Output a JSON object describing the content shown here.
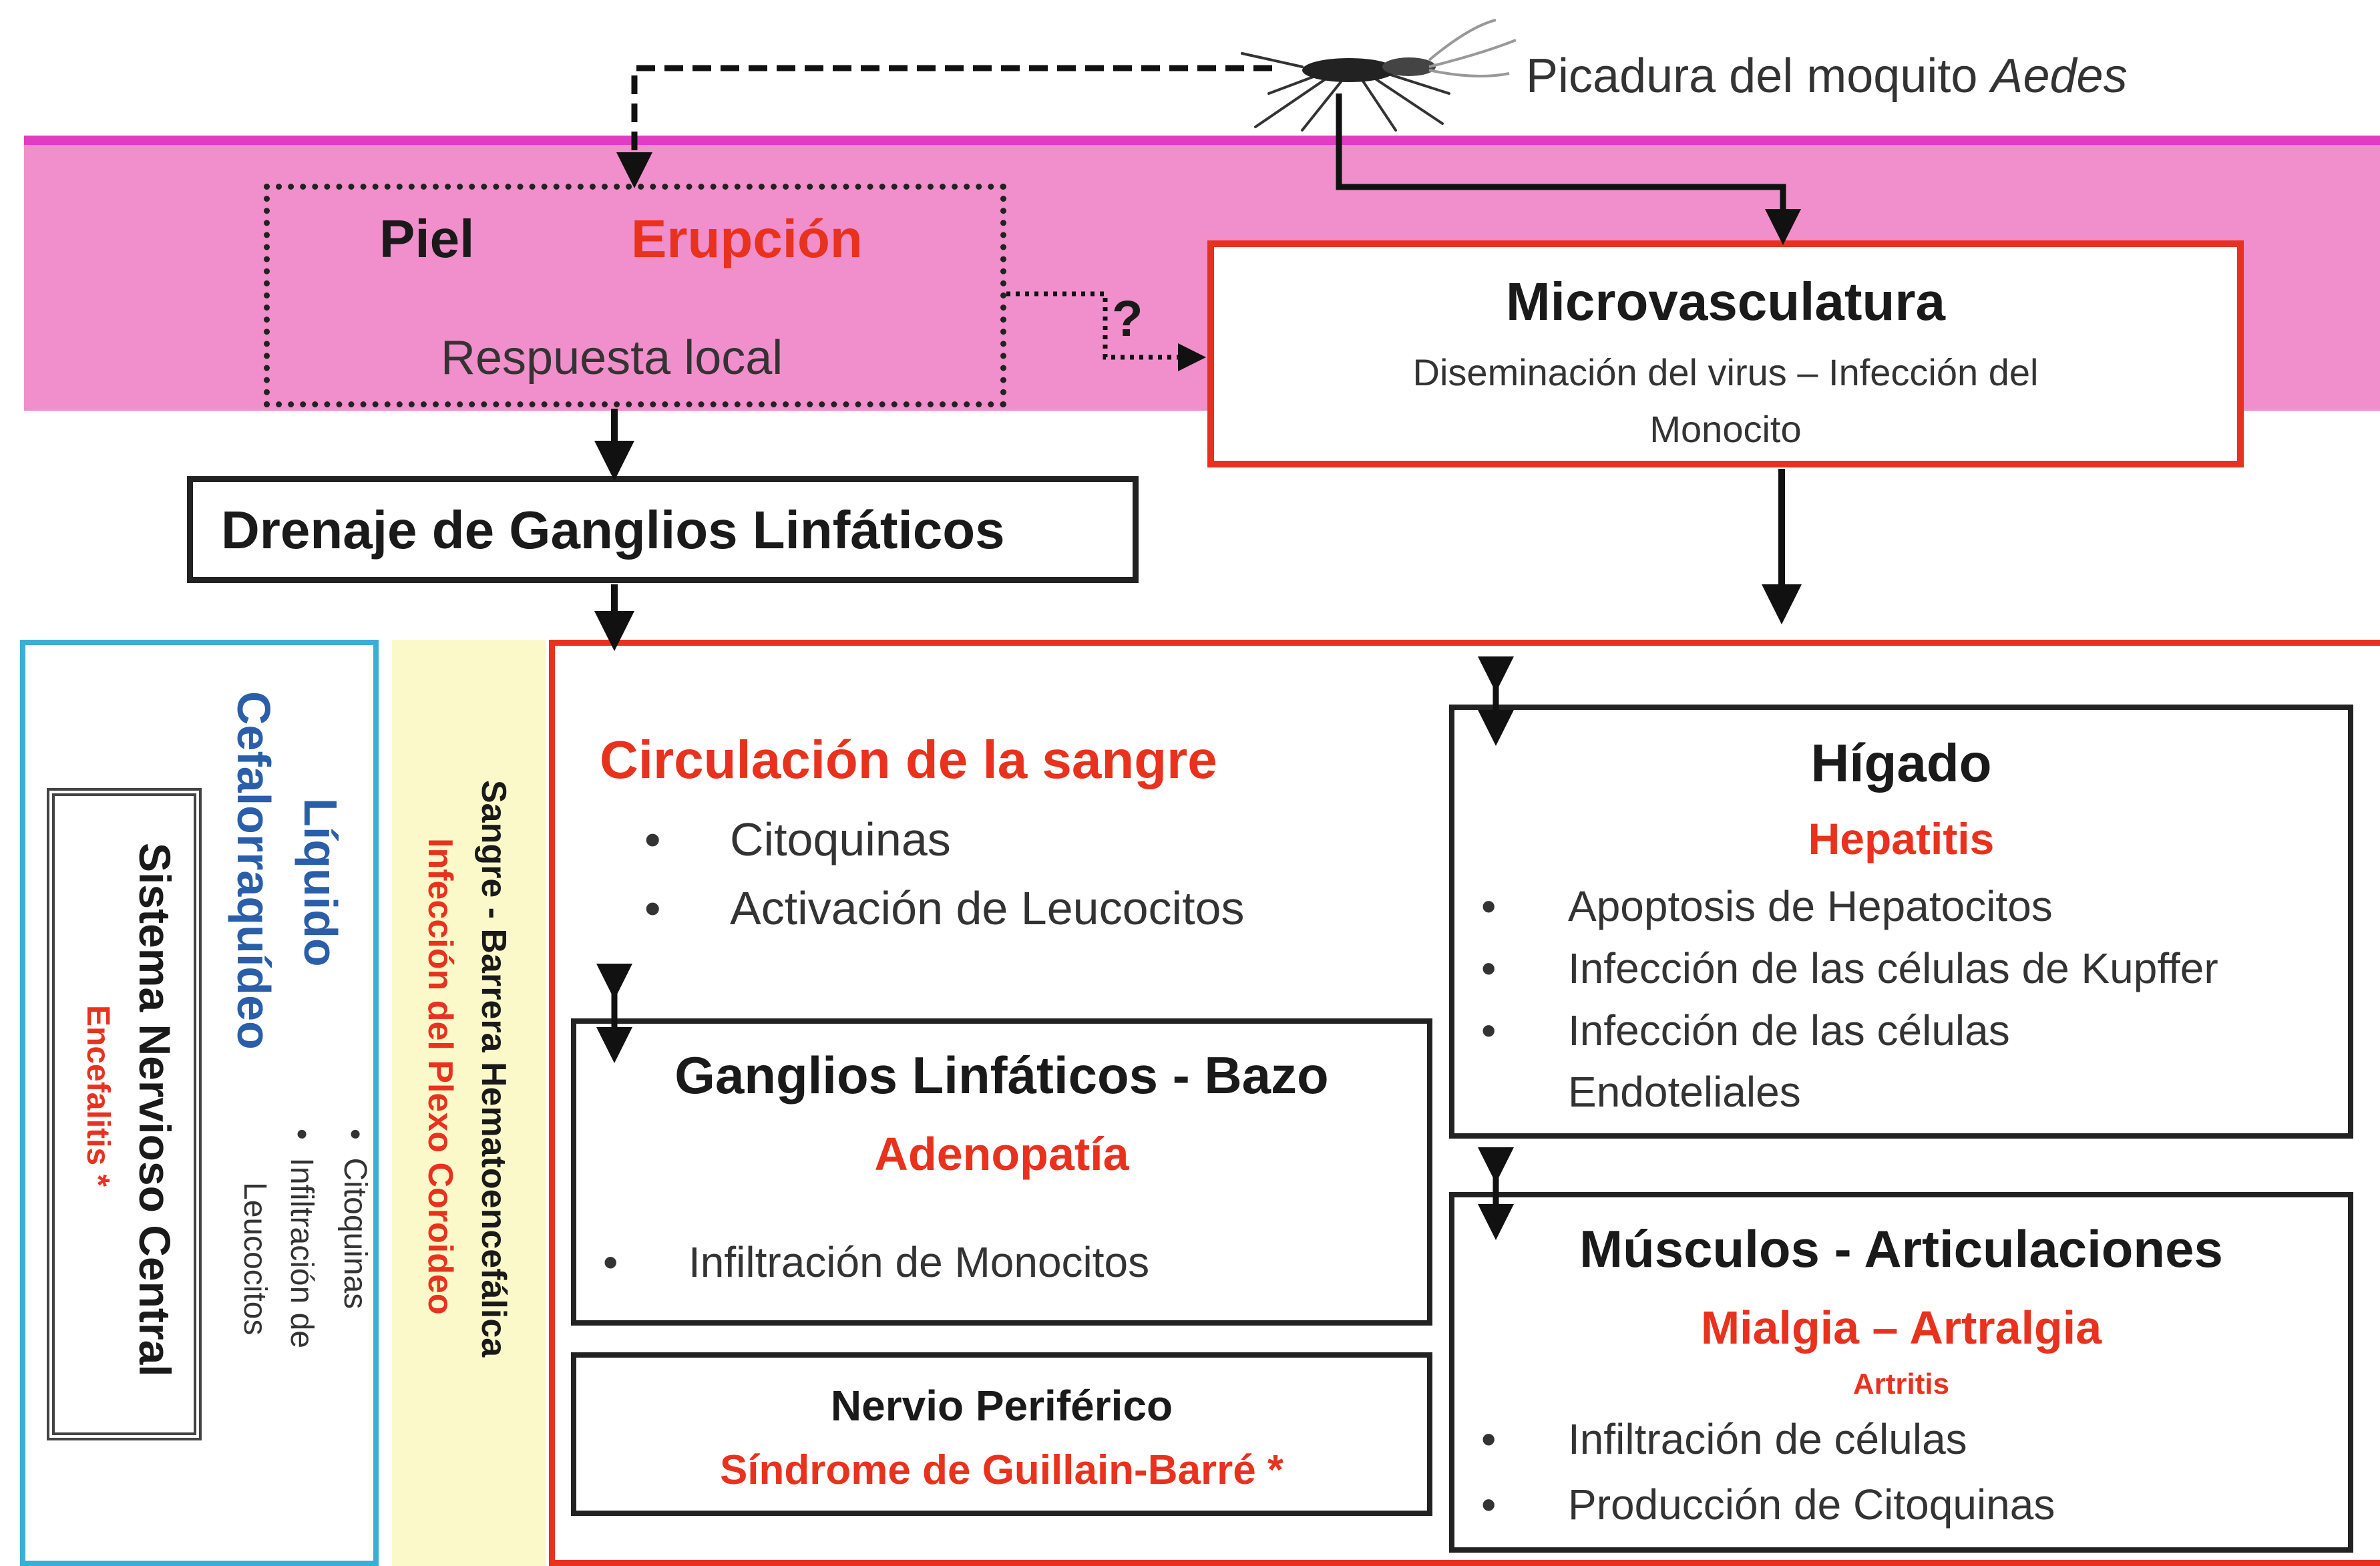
{
  "mosquito": {
    "caption_prefix": "Picadura del moquito ",
    "caption_italic": "Aedes",
    "icon": "mosquito-icon"
  },
  "skin": {
    "title": "Piel",
    "title_red": "Erupción",
    "subtitle": "Respuesta local",
    "question": "?"
  },
  "microvasculature": {
    "title": "Microvasculatura",
    "line1": "Diseminación del virus – Infección del",
    "line2": "Monocito"
  },
  "drainage": {
    "title": "Drenaje de Ganglios Linfáticos"
  },
  "csf": {
    "title_line1": "Líquido",
    "title_line2": "Cefalorraquídeo",
    "bullets": [
      "Citoquinas",
      "Infiltración de",
      "Leucocitos"
    ]
  },
  "cns": {
    "title": "Sistema Nervioso Central",
    "condition": "Encefalitis *"
  },
  "bbb": {
    "title": "Sangre - Barrera Hematoencefálica",
    "subtitle": "Infección del Plexo Coroideo"
  },
  "blood": {
    "title": "Circulación de la sangre",
    "bullets": [
      "Citoquinas",
      "Activación de Leucocitos"
    ]
  },
  "liver": {
    "title": "Hígado",
    "condition": "Hepatitis",
    "bullets": [
      "Apoptosis de Hepatocitos",
      "Infección de las células de Kupffer",
      "Infección de las células",
      "Endoteliales"
    ]
  },
  "ganglia": {
    "title": "Ganglios Linfáticos - Bazo",
    "condition": "Adenopatía",
    "bullets": [
      "Infiltración de Monocitos"
    ]
  },
  "muscle": {
    "title": "Músculos - Articulaciones",
    "condition": "Mialgia – Artralgia",
    "sub_condition": "Artritis",
    "bullets": [
      "Infiltración de células",
      "Producción de Citoquinas"
    ]
  },
  "nerve": {
    "title": "Nervio Periférico",
    "condition": "Síndrome de Guillain-Barré *"
  },
  "bullet_symbol": "•",
  "colors": {
    "band": "#f08fcb",
    "band_line": "#e23cc2",
    "red": "#e8321e",
    "csf_border": "#3aaed4",
    "csf_title": "#2a5ea8",
    "bbb_fill": "#fbf8c9"
  }
}
